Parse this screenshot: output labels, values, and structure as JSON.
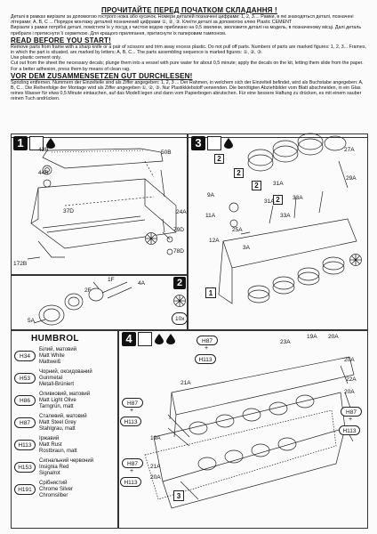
{
  "instructions": {
    "ua_title": "ПРОЧИТАЙТЕ ПЕРЕД ПОЧАТКОМ СКЛАДАННЯ !",
    "ua_text_1": "Деталі в рамках вирізати за допомогою гострого ножа або кусачок. Номери деталей позначені цифрами: 1, 2, 3.... Рамки, в які знаходяться деталі, позначені літерами: А, B, C ... Порядок монтажу деталей позначений цифрами ①, ②, ③. Клеїти деталі за допомогою клею Plastic CEMENT",
    "ua_text_2": "Вирізати з рамки потрібні деталі, помістити їх у посуд з чистою водою приблизно на 0,5 хвилини, зволожити деталі на модель, в позначеному місці. Далі деталь прибрати і притиснути її серветкою. Для кращого прилягання, притиснути їх паперовим тампоном.",
    "en_title": "READ BEFORE YOU START!",
    "en_text_1": "Remove parts from frame with a sharp knife or a pair of scissors and trim away excess plastic. Do not pull off parts. Numbers of parts are marked figures: 1, 2, 3... Frames, in which the part is situated, are marked by letters: A, B, C... The parts assembling sequence is marked figures: ①, ②, ③.",
    "en_text_2": "Use plastic cement only.",
    "en_text_3": "Cut out from the sheet the necessary decals; plunge them into a vessel with pure water for about 0,5 minute; apply the decals on the kit, letting them slide from the paper. For a better adhesion, press them by means of clean rag.",
    "de_title": "VOR DEM ZUSAMMENSETZEN GUT DURCHLESEN!",
    "de_text_1": "Sprizling entfernen. Nummern der Einzelteile sind als Ziffer angegeben: 1, 2, 3 ... Der Rahmen, in welchem sich der Einzelteil befindet, wird als Buchstabe angegeben: A, B, C... Die Reihenfolge der Montage wird als Ziffer angegeben ①, ②, ③. Nur Plastikklebstoff verwenden. Die benötigten Abziehbilder vom Blatt abschneiden, in ein Glas reines Wasser für etwa 0,5 Minute eintauchen, auf das Modell legen und dann vom Papierbogen abrutschen. Für eine bessere Haftung zu drücken, es mit einem sauber reinen Tuch andrücken."
  },
  "steps": [
    {
      "num": "1",
      "labels": [
        "43B",
        "44B",
        "50B",
        "37D",
        "24A",
        "79D",
        "78D",
        "172B"
      ]
    },
    {
      "num": "2",
      "labels": [
        "4A",
        "1F",
        "2F",
        "5A",
        "10x"
      ]
    },
    {
      "num": "3",
      "labels": [
        "2",
        "2",
        "2",
        "2",
        "27A",
        "9A",
        "29A",
        "31A",
        "31A",
        "11A",
        "33A",
        "33A",
        "25A",
        "12A",
        "3A",
        "1"
      ]
    },
    {
      "num": "4",
      "labels": [
        "H87",
        "H113",
        "23A",
        "19A",
        "20A",
        "20A",
        "21A",
        "22A",
        "20A",
        "H87",
        "H113",
        "H87",
        "H113",
        "19A",
        "H87",
        "H113",
        "21A",
        "20A",
        "3"
      ]
    }
  ],
  "humbrol": {
    "title": "HUMBROL",
    "paints": [
      {
        "code": "H34",
        "ua": "Білий, матовий",
        "en": "Matt White",
        "de": "Mattweiß"
      },
      {
        "code": "H53",
        "ua": "Чорний, оксидований",
        "en": "Gunmetal",
        "de": "Metall-Brüniert"
      },
      {
        "code": "H86",
        "ua": "Оливковий, матовий",
        "en": "Matt Light Olive",
        "de": "Tarngrün, matt"
      },
      {
        "code": "H87",
        "ua": "Сталевий, матовий",
        "en": "Matt Steel Grey",
        "de": "Stahlgrau, matt"
      },
      {
        "code": "H113",
        "ua": "Іржавий",
        "en": "Matt Rust",
        "de": "Rostbraun, matt"
      },
      {
        "code": "H153",
        "ua": "Сигнальний червоний",
        "en": "Insignia Red",
        "de": "Signalrot"
      },
      {
        "code": "H191",
        "ua": "Срібнястий",
        "en": "Chrome Silver",
        "de": "Chromsilber"
      }
    ]
  },
  "colors": {
    "border": "#333333",
    "ink": "#111111"
  }
}
